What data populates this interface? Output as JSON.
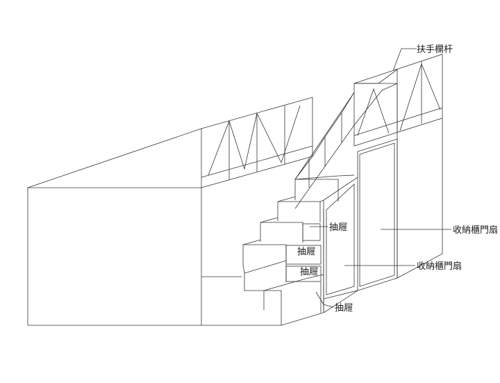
{
  "labels": {
    "handrail": "扶手欄杆",
    "drawer": "抽屜",
    "cabinet_door": "收納櫃門扇"
  },
  "colors": {
    "line": "#333333",
    "background": "#ffffff",
    "text": "#1a1a1a"
  }
}
